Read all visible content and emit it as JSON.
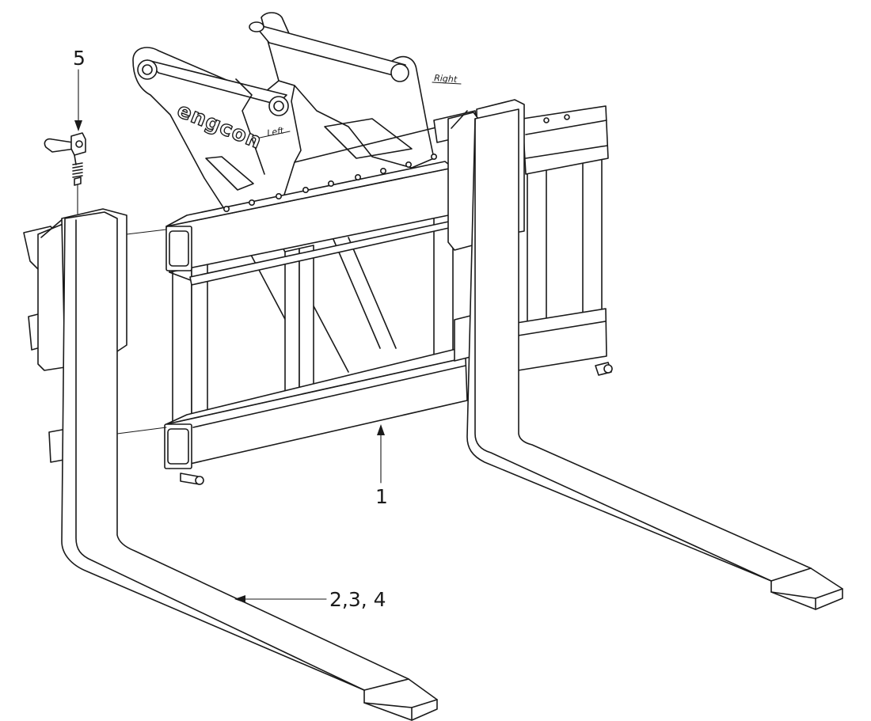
{
  "brand": {
    "logo_text": "engcon"
  },
  "side_labels": {
    "left": "Left",
    "right": "Right"
  },
  "callouts": [
    {
      "id": "frame",
      "label": "1"
    },
    {
      "id": "forks",
      "label": "2,3, 4"
    },
    {
      "id": "lock-pin",
      "label": "5"
    }
  ]
}
